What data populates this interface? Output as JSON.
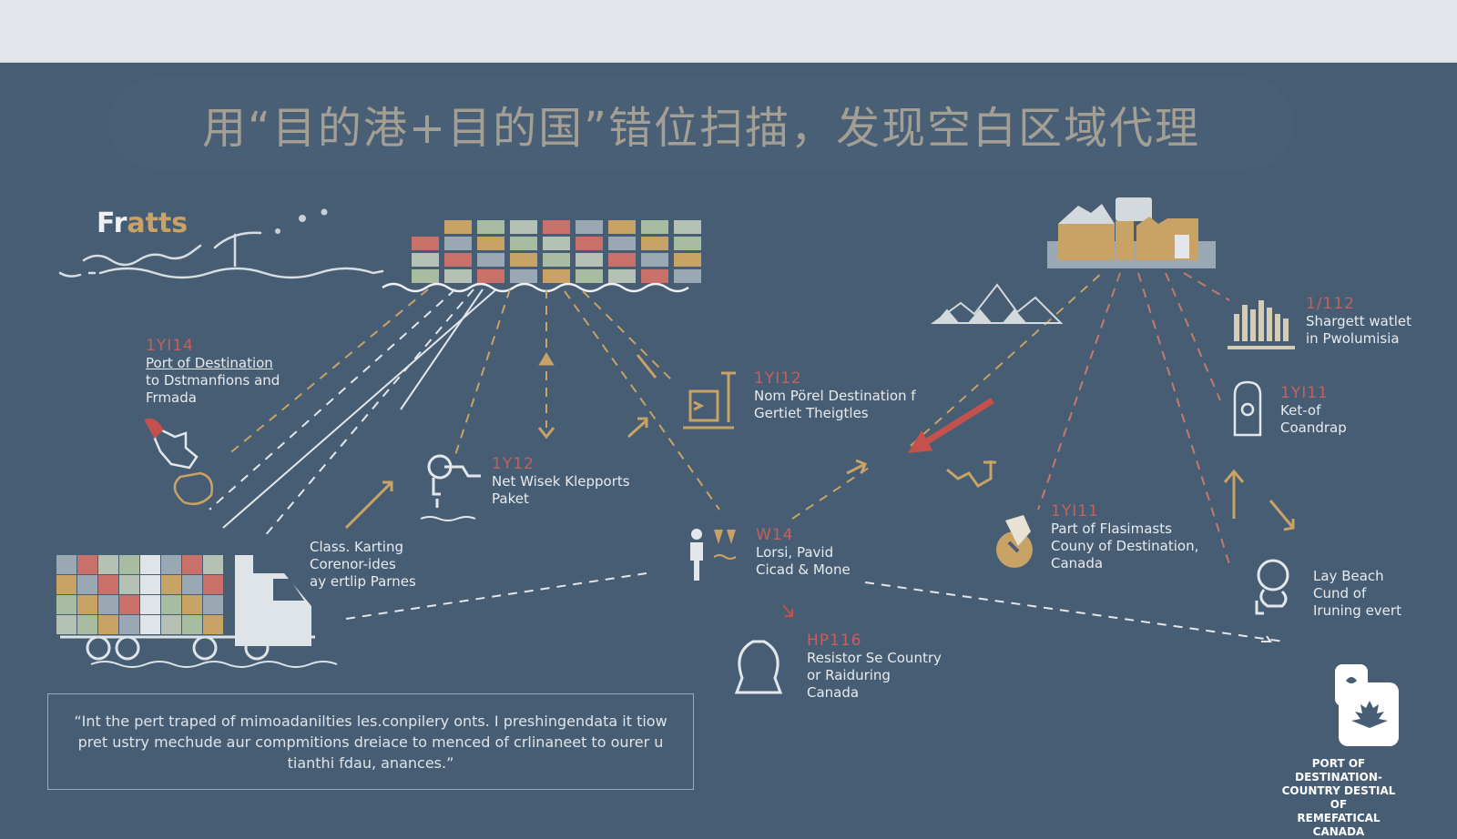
{
  "title": "用“目的港+目的国”错位扫描，发现空白区域代理",
  "brand": {
    "part1": "Fr",
    "part2": "atts"
  },
  "colors": {
    "background": "#475d74",
    "top_bar": "#e3e7eb",
    "title_text": "#a49f94",
    "accent_gold": "#c9a266",
    "accent_red": "#c4615c",
    "accent_green": "#9fb59a",
    "line_white": "#dfe4e8"
  },
  "nodes": [
    {
      "id": "port-of-destination",
      "code": "1YI14",
      "lines": [
        "Port of Destination",
        "to Dstmanfions and",
        "Frmada"
      ]
    },
    {
      "id": "net-wisek",
      "code": "1Y12",
      "lines": [
        "Net Wisek Klepports",
        "Paket"
      ]
    },
    {
      "id": "nom-porel",
      "code": "1YI12",
      "lines": [
        "Nom Pörel Destination f",
        "Gertiet Theigtles"
      ]
    },
    {
      "id": "class-karting",
      "code": "",
      "lines": [
        "Class. Karting",
        "Corenor-ides",
        "ay ertlip Parnes"
      ]
    },
    {
      "id": "lorsi-pavid",
      "code": "W14",
      "lines": [
        "Lorsi, Pavid",
        "Cicad & Mone"
      ]
    },
    {
      "id": "resistor",
      "code": "HP116",
      "lines": [
        "Resistor Se Country",
        "or Raiduring",
        "Canada"
      ]
    },
    {
      "id": "port-of-flasimasts",
      "code": "1YI11",
      "lines": [
        "Part of Flasimasts",
        "Couny of Destination,",
        "Canada"
      ]
    },
    {
      "id": "shargett",
      "code": "1/112",
      "lines": [
        "Shargett watlet",
        "in Pwolumisia"
      ]
    },
    {
      "id": "ket-of",
      "code": "1YI11",
      "lines": [
        "Ket-of",
        "Coandrap"
      ]
    },
    {
      "id": "lay-beach",
      "code": "",
      "lines": [
        "Lay Beach",
        "Cund of",
        "Iruning evert"
      ]
    }
  ],
  "quote": "“Int the pert traped of mimoadanilties les.conpilery onts. I preshingendata it tiow pret ustry mechude aur compmitions dreiace to menced of crlinaneet to ourer u tianthi fdau, anances.”",
  "badge": {
    "lines": [
      "PORT OF DESTINATION-",
      "COUNTRY DESTIAL OF",
      "REMEFATICAL CANADA"
    ]
  },
  "icons": [
    "cargo-ship-icon",
    "factory-icon",
    "mountain-icon",
    "truck-icon",
    "bar-chart-icon",
    "map-pin-icon",
    "maple-leaf-badge-icon",
    "worker-icon",
    "anchor-icon",
    "map-icon"
  ]
}
